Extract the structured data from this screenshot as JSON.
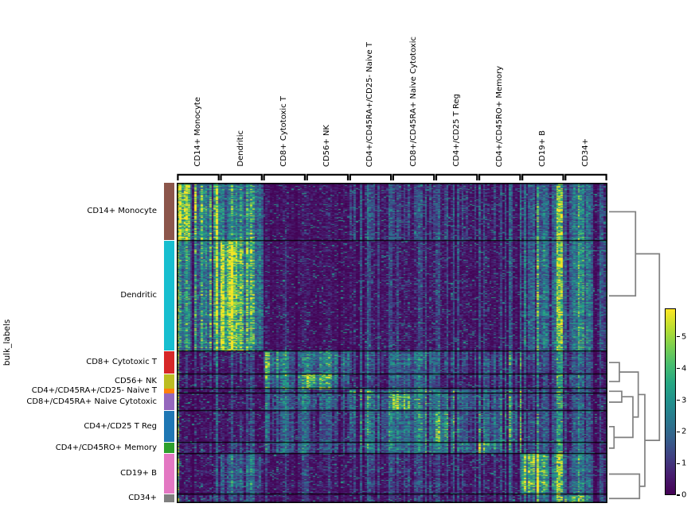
{
  "figure": {
    "background": "#ffffff"
  },
  "chart_data": {
    "type": "heatmap",
    "colormap": "viridis",
    "vmin": 0,
    "vmax": 5.9,
    "ylabel": "bulk_labels",
    "col_groups": [
      "CD14+ Monocyte",
      "Dendritic",
      "CD8+ Cytotoxic T",
      "CD56+ NK",
      "CD4+/CD45RA+/CD25- Naive T",
      "CD8+/CD45RA+ Naive Cytotoxic",
      "CD4+/CD25 T Reg",
      "CD4+/CD45RO+ Memory",
      "CD19+ B",
      "CD34+"
    ],
    "genes_per_group": 20,
    "row_groups": [
      {
        "name": "CD14+ Monocyte",
        "color": "#8c564b",
        "fraction": 0.181
      },
      {
        "name": "Dendritic",
        "color": "#17becf",
        "fraction": 0.345
      },
      {
        "name": "CD8+ Cytotoxic T",
        "color": "#d62728",
        "fraction": 0.072
      },
      {
        "name": "CD56+ NK",
        "color": "#bcbd22",
        "fraction": 0.0465
      },
      {
        "name": "CD4+/CD45RA+/CD25- Naive T",
        "color": "#ff7f0e",
        "fraction": 0.0145
      },
      {
        "name": "CD8+/CD45RA+ Naive Cytotoxic",
        "color": "#9467bd",
        "fraction": 0.0535
      },
      {
        "name": "CD4+/CD25 T Reg",
        "color": "#1f77b4",
        "fraction": 0.0995
      },
      {
        "name": "CD4+/CD45RO+ Memory",
        "color": "#2ca02c",
        "fraction": 0.035
      },
      {
        "name": "CD19+ B",
        "color": "#e377c2",
        "fraction": 0.127
      },
      {
        "name": "CD34+",
        "color": "#7f7f7f",
        "fraction": 0.026
      }
    ],
    "block_means": [
      [
        4.0,
        2.6,
        0.7,
        0.7,
        1.3,
        1.0,
        1.2,
        1.1,
        1.5,
        2.1
      ],
      [
        2.7,
        4.4,
        0.8,
        0.6,
        1.0,
        0.8,
        1.0,
        0.9,
        1.7,
        2.2
      ],
      [
        0.9,
        1.1,
        2.7,
        2.3,
        1.5,
        1.7,
        1.5,
        1.7,
        1.2,
        1.5
      ],
      [
        0.9,
        1.0,
        2.5,
        2.9,
        1.1,
        1.5,
        1.1,
        1.4,
        1.0,
        1.6
      ],
      [
        0.7,
        0.9,
        1.7,
        1.2,
        2.5,
        2.1,
        2.1,
        2.0,
        1.1,
        1.4
      ],
      [
        0.7,
        0.9,
        1.9,
        1.6,
        2.2,
        2.5,
        2.0,
        1.9,
        1.1,
        1.4
      ],
      [
        0.8,
        1.0,
        1.7,
        1.2,
        2.1,
        1.9,
        2.4,
        2.2,
        1.3,
        1.5
      ],
      [
        0.9,
        1.1,
        1.9,
        1.3,
        2.0,
        1.8,
        2.3,
        2.5,
        1.2,
        1.5
      ],
      [
        0.8,
        1.8,
        0.9,
        0.8,
        1.1,
        0.9,
        1.1,
        1.0,
        3.1,
        1.9
      ],
      [
        1.1,
        1.4,
        0.9,
        0.8,
        1.0,
        0.9,
        1.1,
        1.0,
        1.7,
        3.2
      ]
    ],
    "special_columns": {
      "first_col_value": 4.5,
      "first_col_value_monocyte": 5.3,
      "stripe_cols": [
        176,
        177,
        178
      ],
      "stripe_bright_row_groups": [
        0,
        1,
        8,
        9
      ],
      "stripe_bright_value": 4.9,
      "stripe_dim_value": 3.2
    },
    "colorbar": {
      "ticks": [
        "0",
        "1",
        "2",
        "3",
        "4",
        "5"
      ]
    },
    "dendrogram": {
      "color": "#7f7f7f",
      "merges": [
        {
          "id": "M1",
          "a": "L0",
          "b": "L1",
          "x": 798.3
        },
        {
          "id": "M2",
          "a": "L2",
          "b": "L3",
          "x": 778.0
        },
        {
          "id": "M3",
          "a": "L4",
          "b": "L5",
          "x": 781.0
        },
        {
          "id": "M4",
          "a": "L6",
          "b": "L7",
          "x": 771.3
        },
        {
          "id": "M5",
          "a": "M3",
          "b": "M4",
          "x": 795.0
        },
        {
          "id": "M6",
          "a": "M2",
          "b": "M5",
          "x": 801.7
        },
        {
          "id": "M7",
          "a": "L8",
          "b": "L9",
          "x": 803.3
        },
        {
          "id": "M8",
          "a": "M6",
          "b": "M7",
          "x": 810.0
        },
        {
          "id": "M9",
          "a": "M1",
          "b": "M8",
          "x": 828.3
        }
      ]
    }
  }
}
